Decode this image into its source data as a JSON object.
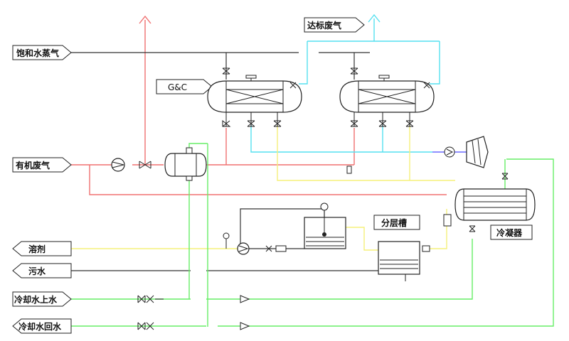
{
  "colors": {
    "red": "#f07070",
    "cyan": "#55e0f0",
    "green": "#66ee66",
    "yellow": "#f5f07a",
    "black": "#333333",
    "blue": "#6a6aff"
  },
  "labels": {
    "steam": "饱和水蒸气",
    "voc": "有机废气",
    "qualified": "达标废气",
    "gc": "G&C",
    "separator": "分层槽",
    "condenser": "冷凝器",
    "solvent": "溶剂",
    "sewage": "污水",
    "cw_supply": "冷却水上水",
    "cw_return": "冷却水回水"
  }
}
